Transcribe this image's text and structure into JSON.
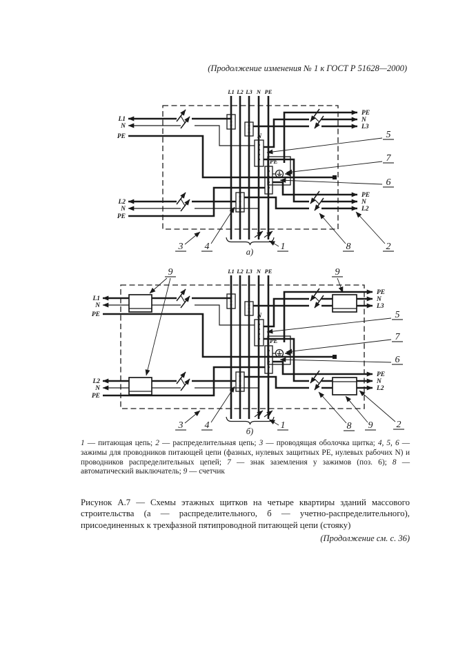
{
  "page": {
    "header": "(Продолжение изменения № 1 к ГОСТ Р  51628—2000)",
    "footer_note": "(Продолжение см. с. 36)"
  },
  "colors": {
    "ink": "#1a1a1a",
    "paper": "#ffffff"
  },
  "figure_a": {
    "sub_label": "а)",
    "bus_labels": [
      "L1",
      "L2",
      "L3",
      "N",
      "PE"
    ],
    "feeds": {
      "left_top": [
        "L1",
        "N",
        "PE"
      ],
      "left_bottom": [
        "L2",
        "N",
        "PE"
      ],
      "right_top": [
        "PE",
        "N",
        "L3"
      ],
      "right_bottom": [
        "PE",
        "N",
        "L2"
      ]
    },
    "terminal_labels": {
      "n": "N",
      "pe": "PE"
    },
    "callouts": {
      "c1": "1",
      "c2": "2",
      "c3": "3",
      "c4": "4",
      "c5": "5",
      "c6": "6",
      "c7": "7",
      "c8": "8"
    }
  },
  "figure_b": {
    "sub_label": "б)",
    "bus_labels": [
      "L1",
      "L2",
      "L3",
      "N",
      "PE"
    ],
    "feeds": {
      "left_top": [
        "L1",
        "N",
        "PE"
      ],
      "left_bottom": [
        "L2",
        "N",
        "PE"
      ],
      "right_top": [
        "PE",
        "N",
        "L3"
      ],
      "right_bottom": [
        "PE",
        "N",
        "L2"
      ]
    },
    "terminal_labels": {
      "n": "N",
      "pe": "PE"
    },
    "callouts": {
      "c1": "1",
      "c2": "2",
      "c3": "3",
      "c4": "4",
      "c5": "5",
      "c6": "6",
      "c7": "7",
      "c8": "8",
      "c9": "9"
    }
  },
  "legend": {
    "items": [
      {
        "num": "1",
        "text": "питающая цепь"
      },
      {
        "num": "2",
        "text": "распределительная цепь"
      },
      {
        "num": "3",
        "text": "проводящая оболочка щитка"
      },
      {
        "num": "4, 5, 6",
        "text": "зажимы для проводников питающей цепи (фазных, нулевых защитных PE, нулевых рабочих N) и проводников распределительных цепей"
      },
      {
        "num": "7",
        "text": "знак заземления у зажимов (поз. 6)"
      },
      {
        "num": "8",
        "text": "автоматический выключатель"
      },
      {
        "num": "9",
        "text": "счетчик"
      }
    ],
    "dash": " — ",
    "separator": "; "
  },
  "caption": {
    "text": "Рисунок А.7 — Схемы этажных щитков на четыре квартиры зданий массового строительства (а — распределительного, б — учетно-распределительного), присоединенных к трехфазной пятипроводной питающей цепи (стояку)"
  }
}
